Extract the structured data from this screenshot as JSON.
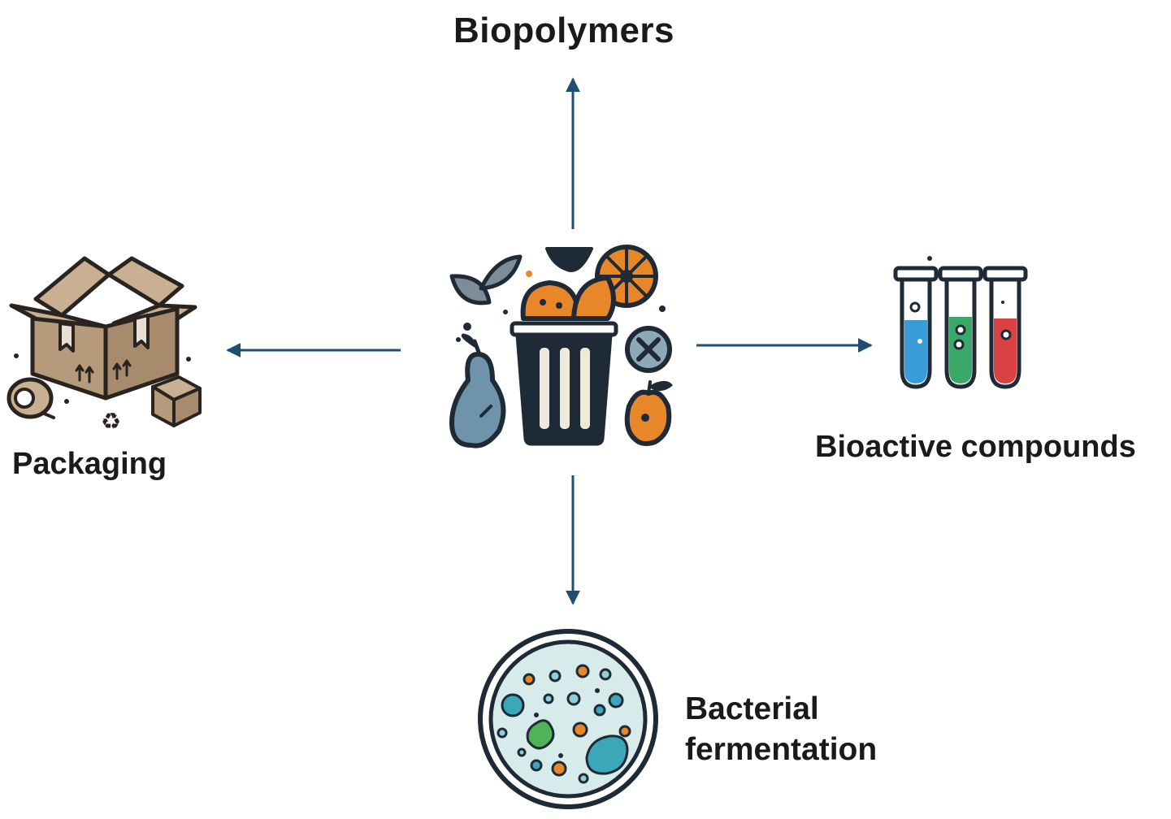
{
  "diagram": {
    "nodes": {
      "top": {
        "label": "Biopolymers",
        "icon": "biopolymers-node"
      },
      "left": {
        "label": "Packaging",
        "icon": "cardboard-box-icon"
      },
      "right": {
        "label": "Bioactive compounds",
        "icon": "test-tubes-icon"
      },
      "bottom": {
        "label_line1": "Bacterial",
        "label_line2": "fermentation",
        "icon": "petri-dish-icon"
      }
    },
    "center": {
      "icon": "food-waste-bin-icon"
    },
    "colors": {
      "arrow": "#1f4e6e",
      "outline": "#1e2a35",
      "orange": "#e8862a",
      "cardboard": "#b59a7c",
      "tube_blue": "#3a9bd9",
      "tube_green": "#3aa868",
      "tube_red": "#d94242",
      "dish_fill": "#d7ebea"
    }
  }
}
